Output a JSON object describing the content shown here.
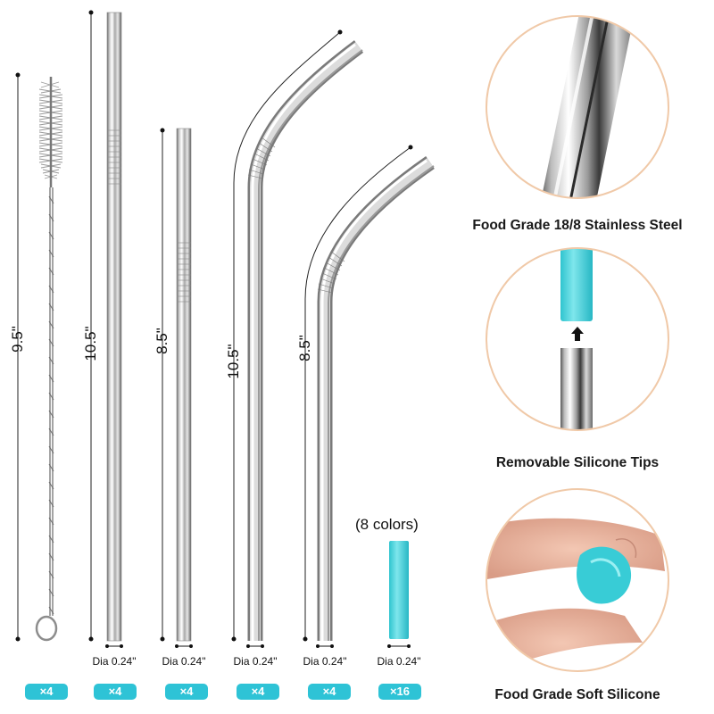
{
  "items": [
    {
      "length": "9.5\"",
      "quantity": "×4"
    },
    {
      "length": "10.5\"",
      "diameter": "Dia 0.24\"",
      "quantity": "×4"
    },
    {
      "length": "8.5\"",
      "diameter": "Dia 0.24\"",
      "quantity": "×4"
    },
    {
      "length": "10.5\"",
      "diameter": "Dia 0.24\"",
      "quantity": "×4"
    },
    {
      "length": "8.5\"",
      "diameter": "Dia 0.24\"",
      "quantity": "×4"
    },
    {
      "diameter": "Dia 0.24\"",
      "quantity": "×16"
    }
  ],
  "silicone_note": "(8 colors)",
  "features": [
    {
      "caption": "Food Grade 18/8 Stainless Steel",
      "icon": "steel-straw-closeup-icon"
    },
    {
      "caption": "Removable Silicone Tips",
      "icon": "silicone-tip-removal-icon"
    },
    {
      "caption": "Food Grade Soft Silicone",
      "icon": "fingers-squeezing-silicone-icon"
    }
  ],
  "colors": {
    "accent": "#2ec3d6",
    "silicone": "#4fd6de",
    "steel_light": "#f4f4f4",
    "steel_dark": "#8a8a8a",
    "circle_ring": "#f0c9a8"
  }
}
